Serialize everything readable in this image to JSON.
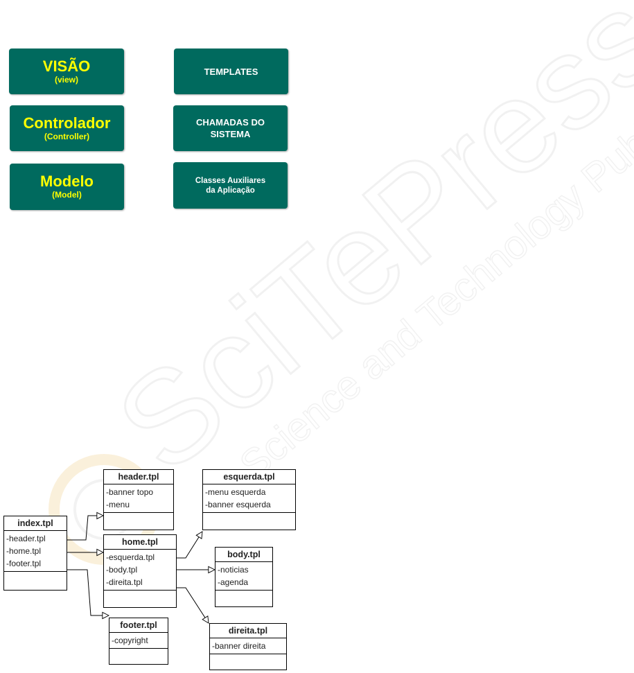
{
  "watermark": {
    "main": "SciTePress",
    "sub": "Science and Technology Publications"
  },
  "mvc": {
    "view": {
      "title": "VISÃO",
      "subtitle": "(view)"
    },
    "controller": {
      "title": "Controlador",
      "subtitle": "(Controller)"
    },
    "model": {
      "title": "Modelo",
      "subtitle": "(Model)"
    },
    "templates": "TEMPLATES",
    "system_calls": [
      "CHAMADAS DO",
      "SISTEMA"
    ],
    "aux_classes": [
      "Classes Auxiliares",
      "da Aplicação"
    ]
  },
  "uml": {
    "index": {
      "name": "index.tpl",
      "attrs": [
        "-header.tpl",
        "-home.tpl",
        "-footer.tpl"
      ]
    },
    "header": {
      "name": "header.tpl",
      "attrs": [
        "-banner topo",
        "-menu"
      ]
    },
    "home": {
      "name": "home.tpl",
      "attrs": [
        "-esquerda.tpl",
        "-body.tpl",
        "-direita.tpl"
      ]
    },
    "footer": {
      "name": "footer.tpl",
      "attrs": [
        "-copyright"
      ]
    },
    "esquerda": {
      "name": "esquerda.tpl",
      "attrs": [
        "-menu esquerda",
        "-banner esquerda"
      ]
    },
    "body": {
      "name": "body.tpl",
      "attrs": [
        "-noticias",
        "-agenda"
      ]
    },
    "direita": {
      "name": "direita.tpl",
      "attrs": [
        "-banner direita"
      ]
    }
  }
}
